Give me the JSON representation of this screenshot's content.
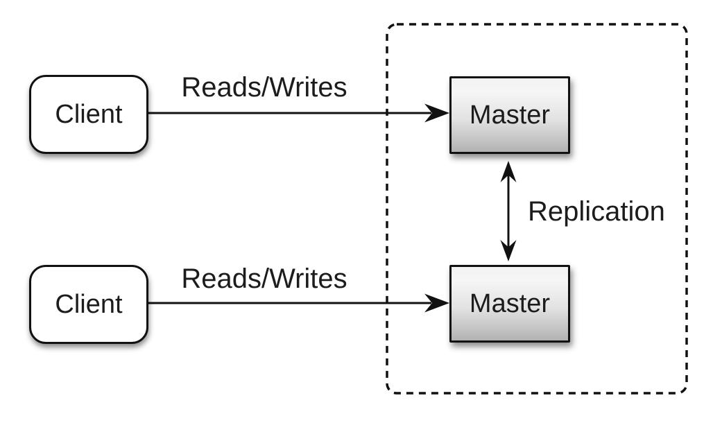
{
  "diagram": {
    "type": "architecture-diagram",
    "clients": [
      {
        "label": "Client"
      },
      {
        "label": "Client"
      }
    ],
    "masters": [
      {
        "label": "Master"
      },
      {
        "label": "Master"
      }
    ],
    "edges": [
      {
        "label": "Reads/Writes",
        "from": "client-top",
        "to": "master-top",
        "direction": "one-way"
      },
      {
        "label": "Reads/Writes",
        "from": "client-bottom",
        "to": "master-bottom",
        "direction": "one-way"
      },
      {
        "label": "Replication",
        "from": "master-top",
        "to": "master-bottom",
        "direction": "two-way"
      }
    ],
    "colors": {
      "background": "#ffffff",
      "stroke": "#111111",
      "text": "#1c1c1c",
      "client_fill": "#ffffff",
      "master_gradient_top": "#f6f6f6",
      "master_gradient_bottom": "#b2b2b2"
    }
  }
}
